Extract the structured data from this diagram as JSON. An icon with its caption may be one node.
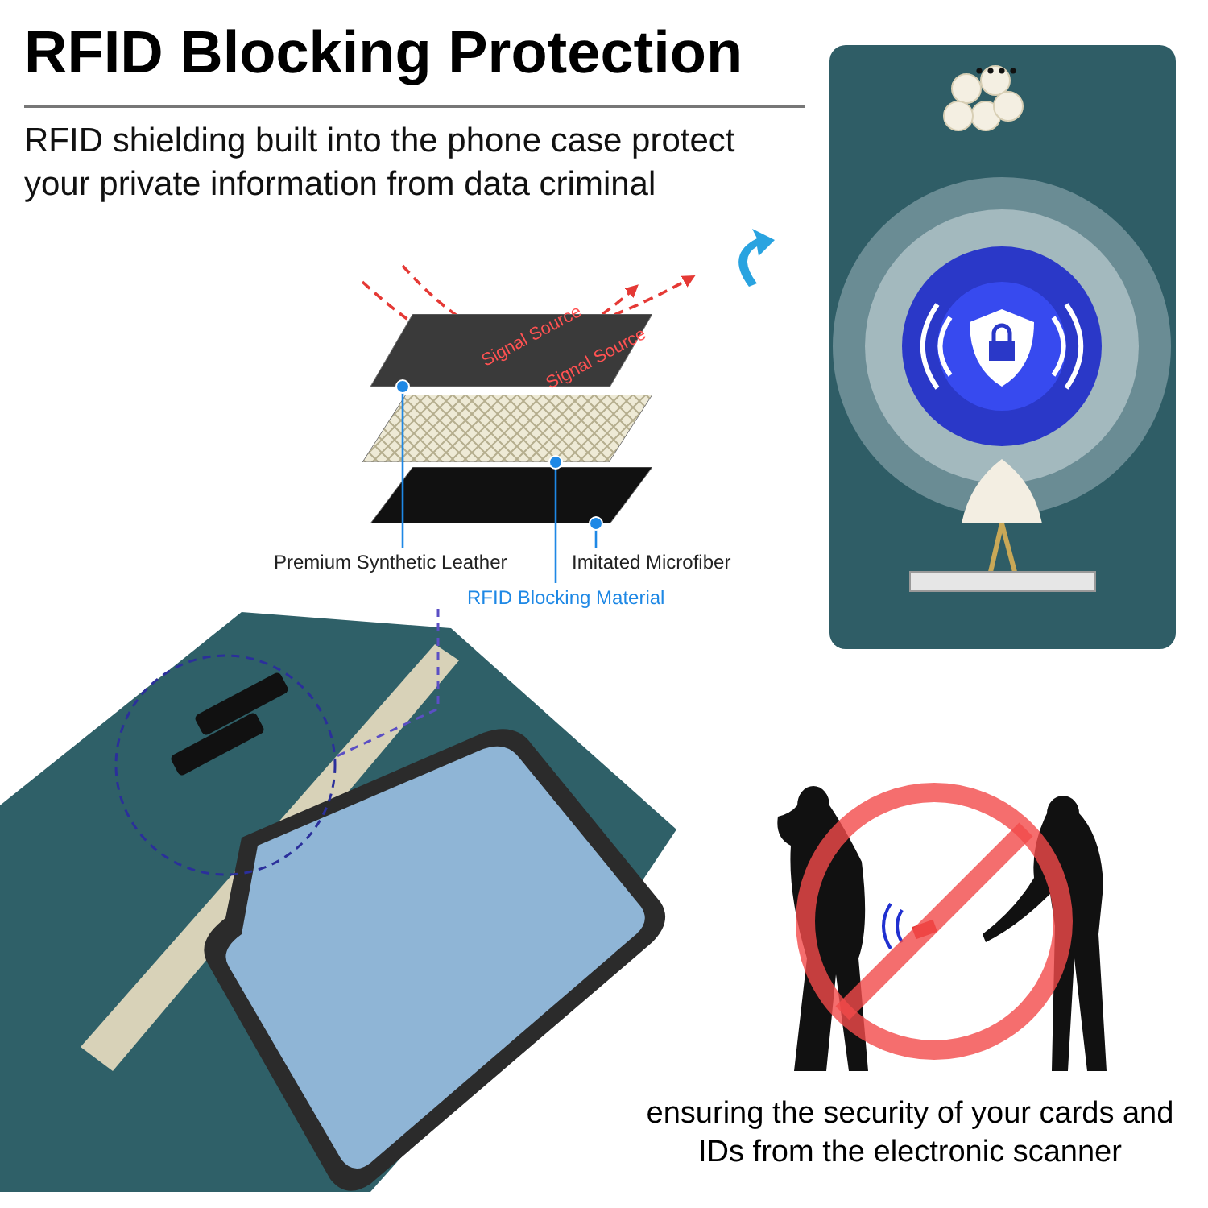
{
  "diagram": {
    "title": "RFID Blocking Protection",
    "caption": "ensuring the security of your cards and IDs from the electronic scanner",
    "nodes": [
      {
        "text": [
          "Premium Synthetic Leather"
        ]
      },
      {
        "text": [],
        "shape": "picture"
      },
      {
        "text": [
          "RFID Blocking Material"
        ]
      },
      {
        "text": [],
        "shape": "picture"
      },
      {
        "text": [
          "Imitated Microfiber"
        ]
      },
      {
        "text": [],
        "shape": "picture"
      }
    ],
    "edges": [
      {
        "from": 0,
        "to": 1,
        "arrow": "other"
      },
      {
        "from": 2,
        "to": 3,
        "arrow": "other"
      },
      {
        "from": 4,
        "to": 5,
        "arrow": "other"
      }
    ],
    "labels": [
      "RFID shielding built into the phone case protect your private information from data criminal",
      "Signal Source",
      "Signal Source"
    ]
  }
}
